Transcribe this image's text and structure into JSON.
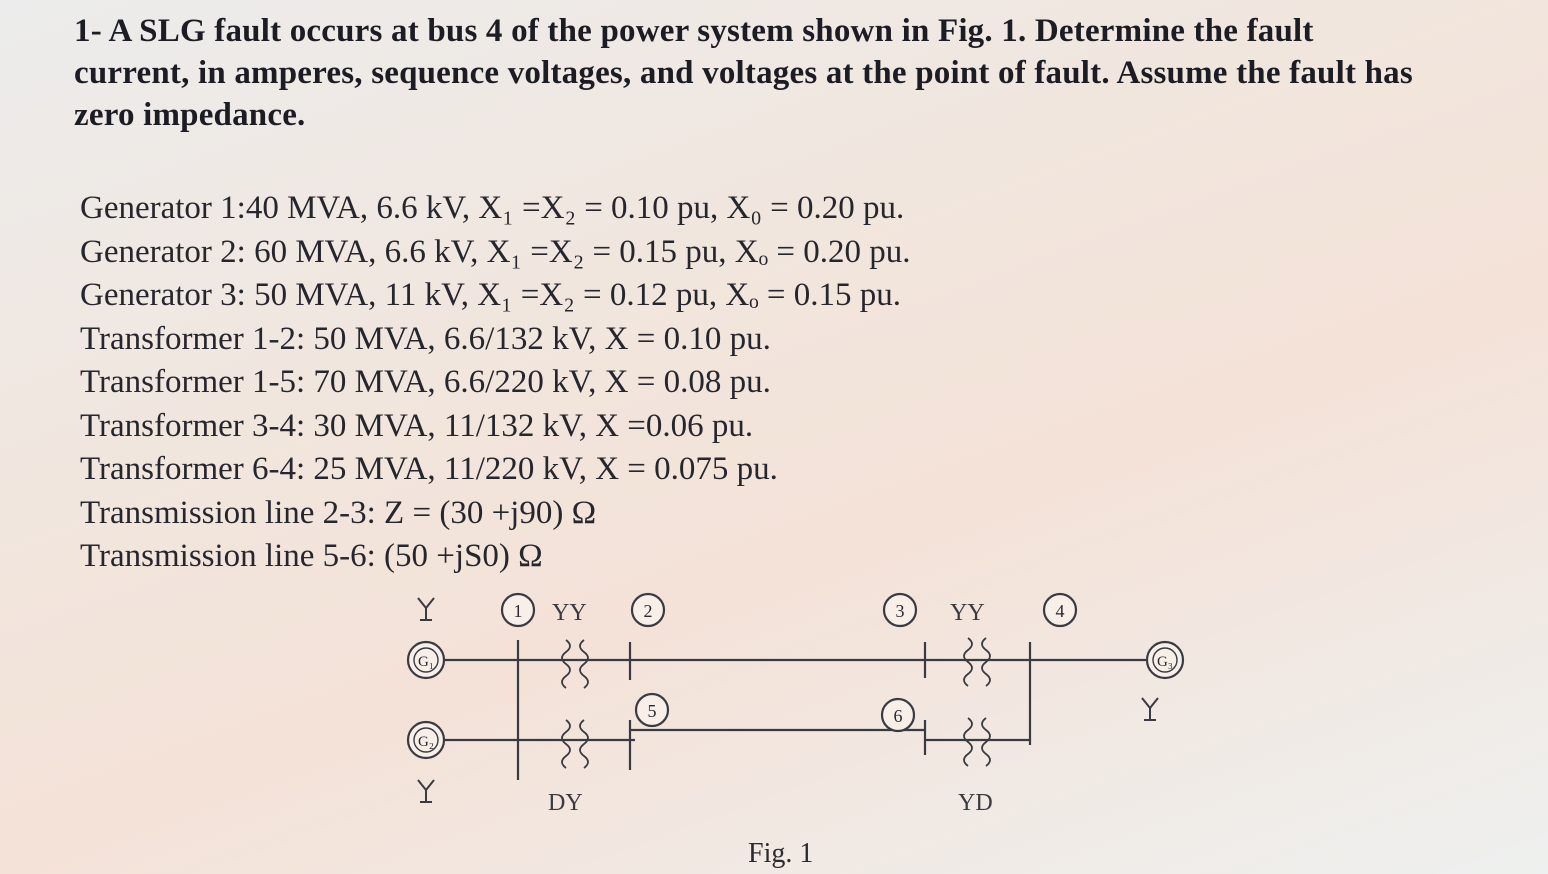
{
  "problem": {
    "lines": [
      "1-  A SLG fault occurs at bus 4 of the power system shown in Fig. 1. Determine the fault",
      "current, in amperes, sequence voltages, and voltages at the point of fault. Assume the fault has",
      "zero impedance."
    ]
  },
  "specs": [
    "Generator 1:40 MVA, 6.6 kV, X₁ =X₂ = 0.10 pu, X₀ = 0.20 pu.",
    "Generator 2: 60 MVA, 6.6 kV, X₁ =X₂ = 0.15 pu, Xₒ = 0.20 pu.",
    "Generator 3: 50 MVA, 11 kV, X₁ =X₂ = 0.12 pu, Xₒ = 0.15 pu.",
    "Transformer 1-2: 50 MVA, 6.6/132 kV, X = 0.10 pu.",
    "Transformer 1-5: 70 MVA, 6.6/220 kV, X = 0.08 pu.",
    "Transformer 3-4: 30 MVA, 11/132 kV, X =0.06 pu.",
    "Transformer 6-4: 25 MVA, 11/220 kV, X = 0.075 pu.",
    "Transmission line 2-3: Z = (30 +j90) Ω",
    "Transmission line 5-6: (50 +jS0) Ω"
  ],
  "diagram": {
    "bus_labels": [
      "1",
      "2",
      "3",
      "4",
      "5",
      "6"
    ],
    "generator_labels": [
      "G₁",
      "G₂",
      "G₃"
    ],
    "connection_labels": [
      "YY",
      "DY",
      "YD",
      "YY"
    ]
  },
  "caption": "Fig. 1"
}
